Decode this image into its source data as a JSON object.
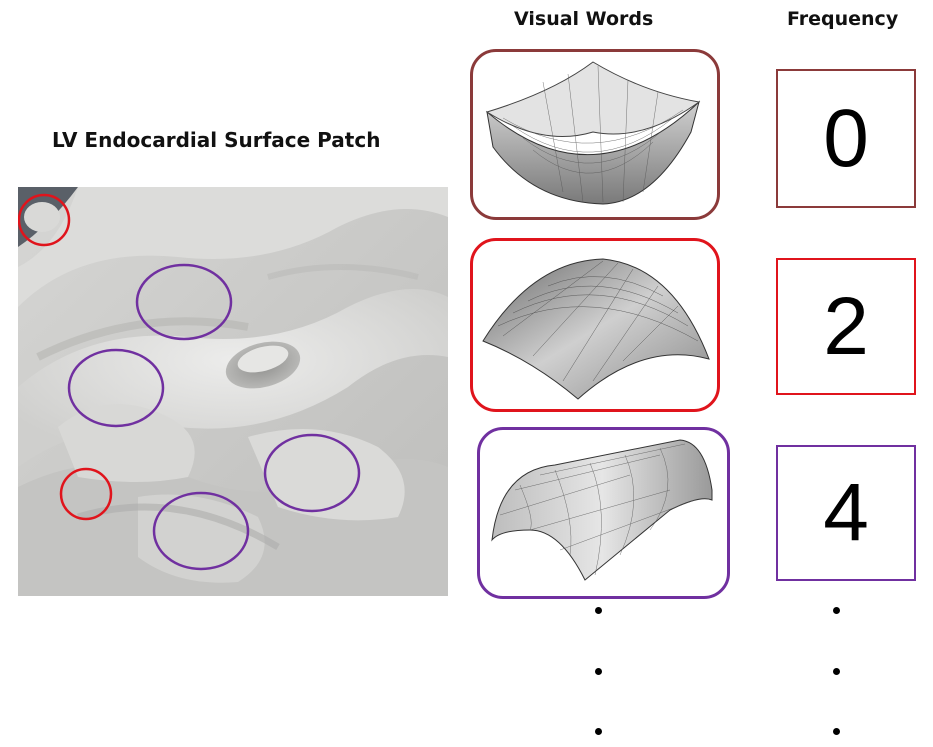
{
  "titles": {
    "patch": "LV Endocardial Surface Patch",
    "visual_words": "Visual Words",
    "frequency": "Frequency"
  },
  "colors": {
    "cup": "#8b3a3a",
    "cap": "#e0141c",
    "ridge": "#7030a0",
    "surface": "#c8c8c6"
  },
  "words": [
    {
      "shape": "cup-icon",
      "frequency": "0"
    },
    {
      "shape": "cap-icon",
      "frequency": "2"
    },
    {
      "shape": "ridge-icon",
      "frequency": "4"
    }
  ]
}
